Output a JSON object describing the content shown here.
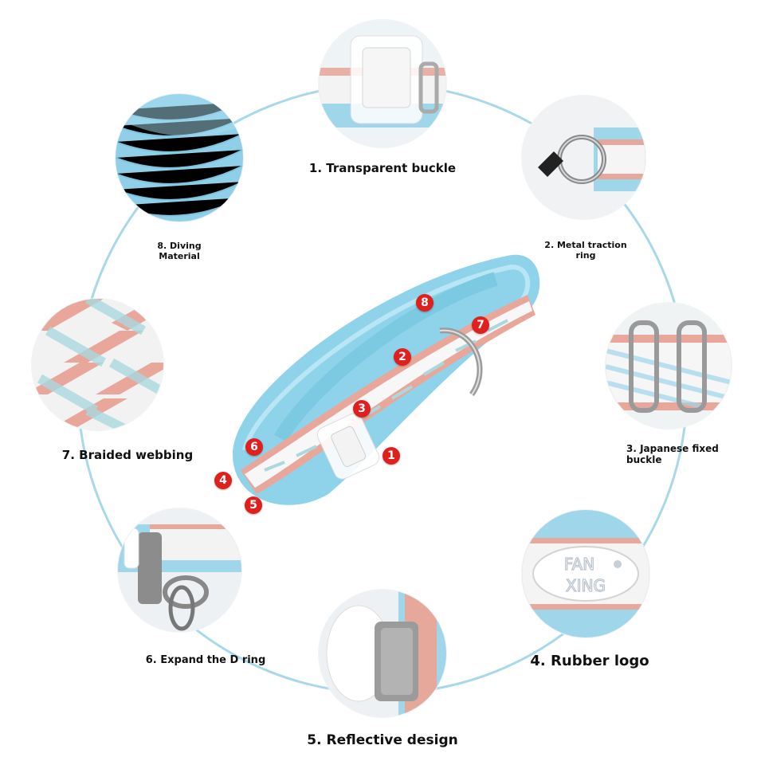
{
  "features": [
    {
      "number": "1",
      "label": "1. Transparent buckle",
      "icon": "transparent-buckle-icon"
    },
    {
      "number": "2",
      "label": "2. Metal traction ring",
      "icon": "metal-ring-icon"
    },
    {
      "number": "3",
      "label": "3. Japanese fixed buckle",
      "icon": "fixed-buckle-icon"
    },
    {
      "number": "4",
      "label": "4. Rubber logo",
      "icon": "rubber-logo-icon"
    },
    {
      "number": "5",
      "label": "5. Reflective design",
      "icon": "reflective-design-icon"
    },
    {
      "number": "6",
      "label": "6. Expand the D ring",
      "icon": "d-ring-icon"
    },
    {
      "number": "7",
      "label": "7. Braided webbing",
      "icon": "braided-webbing-icon"
    },
    {
      "number": "8",
      "label": "8. Diving Material",
      "icon": "diving-material-icon"
    }
  ],
  "logo_text": {
    "line1": "FAN",
    "line2": "XING"
  },
  "colors": {
    "ring": "#a9d8ea",
    "collar_blue": "#8fd3ea",
    "webbing_pink": "#e9a79b",
    "webbing_white": "#f7f7f7",
    "marker_red": "#e0201c"
  }
}
